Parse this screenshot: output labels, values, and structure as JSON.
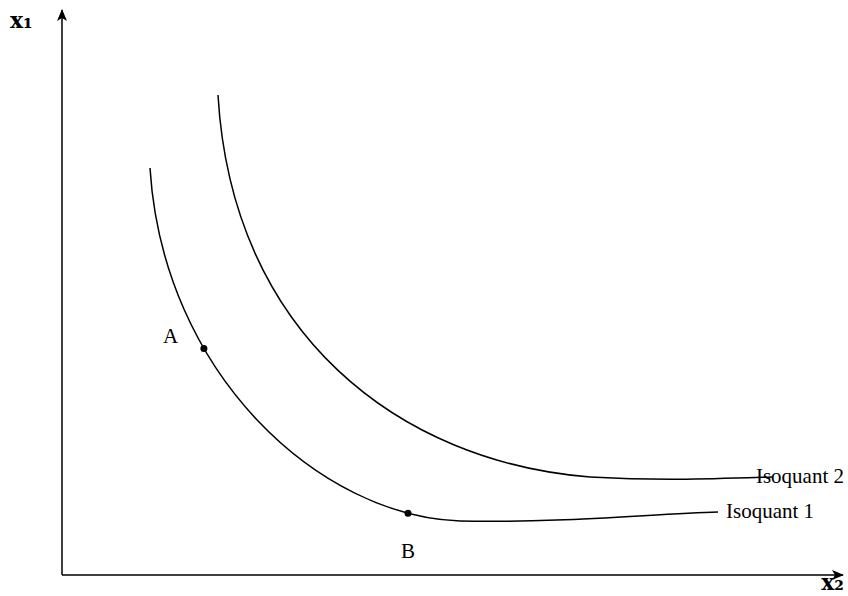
{
  "diagram": {
    "labels": [
      "x₁",
      "A",
      "B",
      "Isoquant 2",
      "Isoquant 1",
      "x₂"
    ]
  }
}
